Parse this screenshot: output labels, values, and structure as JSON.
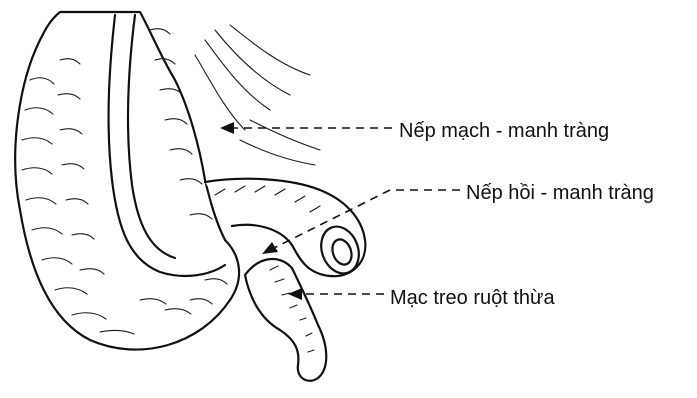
{
  "labels": {
    "vascular_fold": "Nếp mạch - manh tràng",
    "ileocecal_fold": "Nếp hồi - manh tràng",
    "mesoappendix": "Mạc treo ruột thừa"
  },
  "colors": {
    "ink": "#111111",
    "background": "#ffffff"
  }
}
